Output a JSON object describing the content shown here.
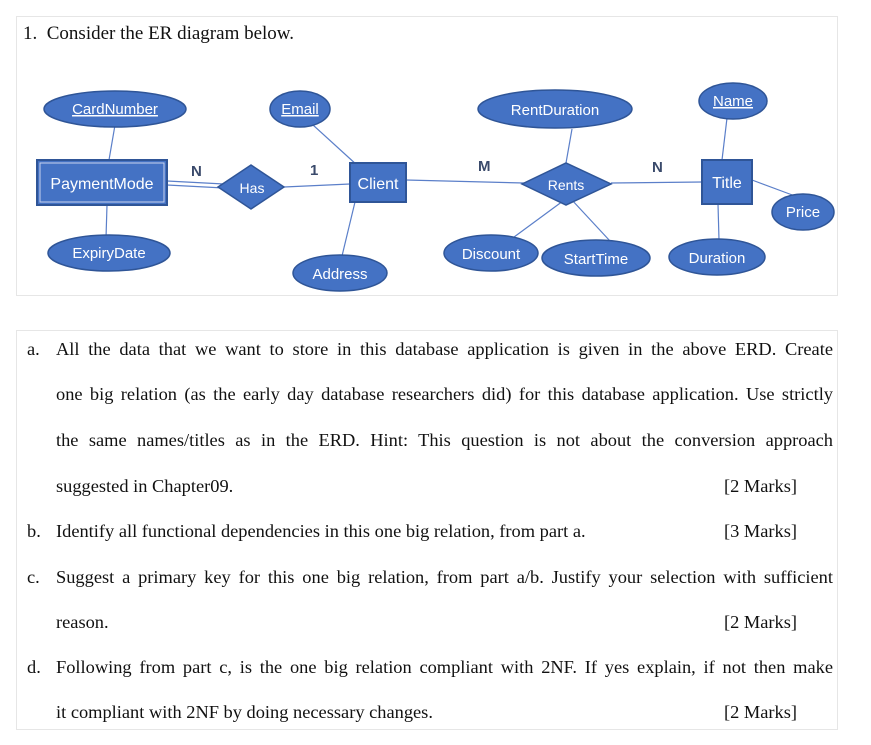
{
  "question": {
    "number": "1.",
    "text": "Consider the ER diagram below."
  },
  "erd": {
    "colors": {
      "fill": "#4472c4",
      "stroke": "#2f5597",
      "line": "#5b7fc9",
      "text": "#ffffff",
      "cardinality": "#3a4a6b"
    },
    "entities": {
      "payment_mode": "PaymentMode",
      "client": "Client",
      "title": "Title"
    },
    "relationships": {
      "has": "Has",
      "rents": "Rents"
    },
    "attributes": {
      "card_number": "CardNumber",
      "expiry_date": "ExpiryDate",
      "email": "Email",
      "address": "Address",
      "rent_duration": "RentDuration",
      "discount": "Discount",
      "start_time": "StartTime",
      "name": "Name",
      "price": "Price",
      "duration": "Duration"
    },
    "cardinalities": {
      "has_payment": "N",
      "has_client": "1",
      "rents_client": "M",
      "rents_title": "N"
    }
  },
  "parts": [
    {
      "label": "a.",
      "lines": [
        "All the data that we want to store in this database application is given in the above ERD. Create",
        "one big relation (as the early day database researchers did) for this database application. Use strictly",
        "the same names/titles as in the ERD. Hint: This question is not about the conversion approach",
        "suggested in Chapter09."
      ],
      "marks": "[2 Marks]"
    },
    {
      "label": "b.",
      "lines": [
        "Identify all functional dependencies in this one big relation, from part a."
      ],
      "marks": "[3 Marks]"
    },
    {
      "label": "c.",
      "lines": [
        "Suggest a primary key for this one big relation, from part a/b. Justify your selection with sufficient",
        "reason."
      ],
      "marks": "[2 Marks]"
    },
    {
      "label": "d.",
      "lines": [
        "Following from part c, is the one big relation compliant with 2NF. If yes explain, if not then make",
        "it compliant with 2NF by doing necessary changes."
      ],
      "marks": "[2 Marks]"
    }
  ]
}
